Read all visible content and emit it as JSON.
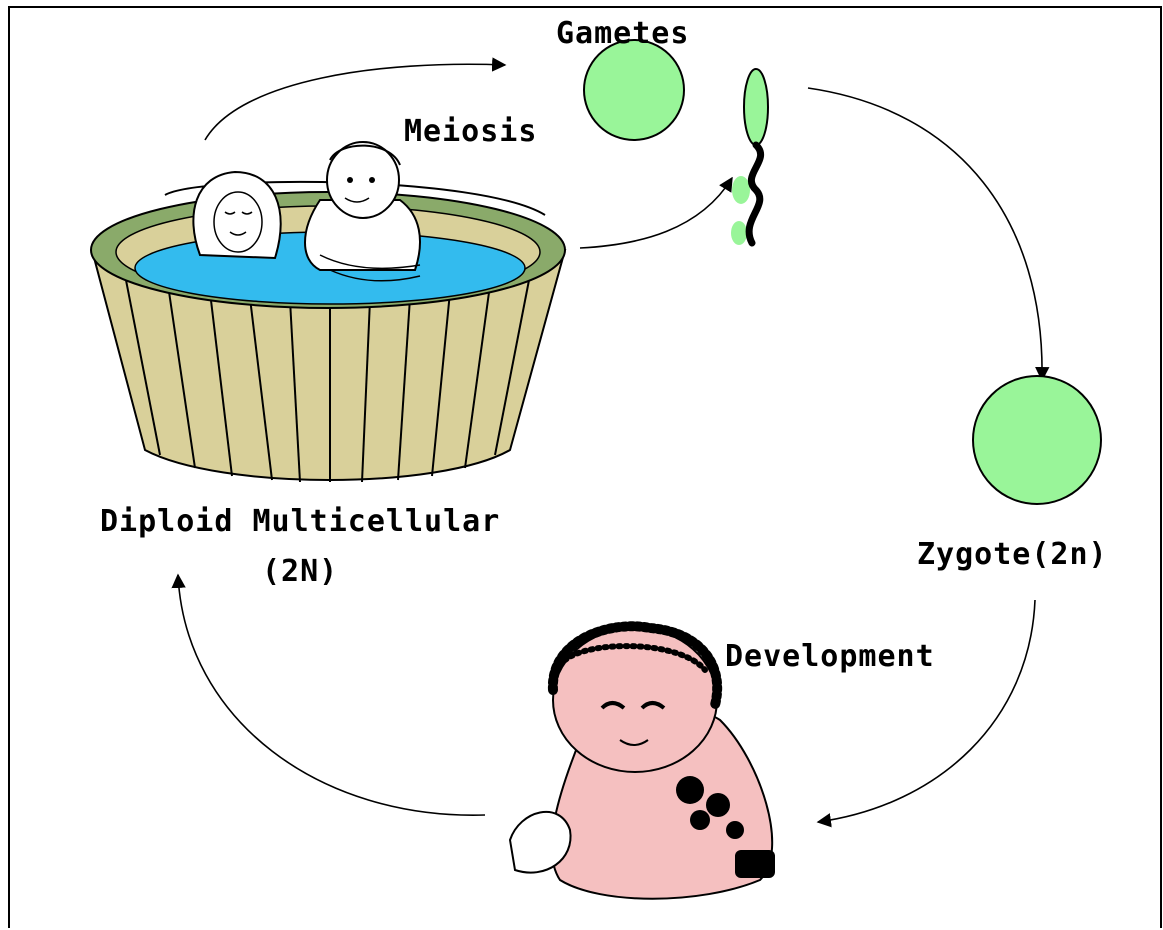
{
  "labels": {
    "gametes": "Gametes",
    "meiosis": "Meiosis",
    "diploid_line1": "Diploid Multicellular",
    "diploid_line2": "(2N)",
    "zygote": "Zygote(2n)",
    "development": "Development"
  },
  "colors": {
    "cell_fill": "#99f599",
    "water": "#33bbee",
    "tub_wood": "#d9d09a",
    "tub_rim": "#8aaa6a",
    "baby_skin": "#f5c0c0",
    "line": "#000000"
  },
  "icons": {
    "hot_tub": "hot-tub-couple-illustration",
    "baby": "baby-illustration",
    "egg": "egg-cell-icon",
    "sperm": "sperm-cell-icon",
    "zygote": "zygote-cell-icon"
  }
}
